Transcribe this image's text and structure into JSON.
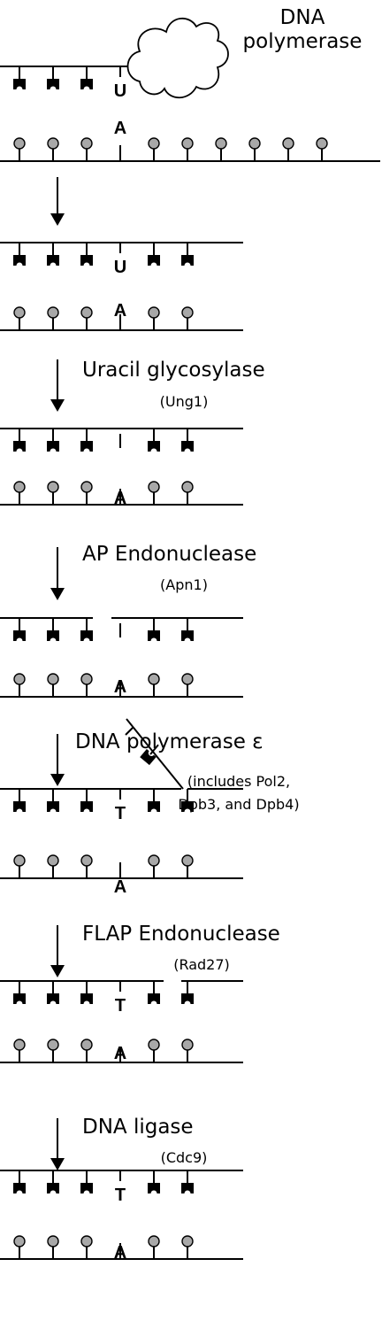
{
  "polymerase_label": [
    "DNA",
    "polymerase"
  ],
  "bases": {
    "U": "U",
    "A": "A",
    "T": "T"
  },
  "steps": [
    {
      "name": "",
      "detail": []
    },
    {
      "name": "Uracil glycosylase",
      "detail": [
        "(Ung1)"
      ]
    },
    {
      "name": "AP Endonuclease",
      "detail": [
        "(Apn1)"
      ]
    },
    {
      "name": "DNA polymerase ε",
      "detail": [
        "(includes Pol2,",
        "Dpb3, and Dpb4)"
      ]
    },
    {
      "name": "FLAP Endonuclease",
      "detail": [
        "(Rad27)"
      ]
    },
    {
      "name": "DNA ligase",
      "detail": [
        "(Cdc9)"
      ]
    }
  ],
  "colors": {
    "ink": "#000000",
    "nucleotide_ball": "#a8a8a8",
    "background": "#ffffff"
  },
  "icons": [
    "cloud-shaped polymerase",
    "top-strand nucleotide",
    "bottom-strand nucleotide",
    "down arrow"
  ]
}
